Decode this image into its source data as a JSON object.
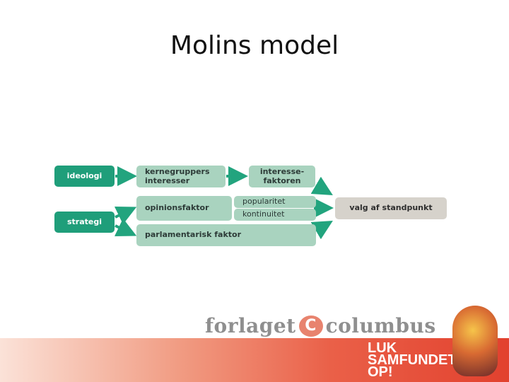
{
  "slide": {
    "title": "Molins model"
  },
  "diagram": {
    "inputs": [
      "ideologi",
      "strategi"
    ],
    "factors": {
      "kernegrupper": "kernegruppers\ninteresser",
      "interesse": "interesse-\nfaktoren",
      "opinion": "opinionsfaktor",
      "popularitet": "popularitet",
      "kontinuitet": "kontinuitet",
      "parlament": "parlamentarisk faktor"
    },
    "result": "valg af standpunkt",
    "colors": {
      "input": "#1f9e7a",
      "factor": "#a9d3bf",
      "result": "#d6d2cb",
      "arrow": "#22a47e"
    }
  },
  "footer": {
    "publisher_left": "forlaget",
    "publisher_icon": "copyright-icon",
    "publisher_right": "columbus",
    "campaign_lines": [
      "LUK",
      "SAMFUNDET",
      "OP!"
    ]
  }
}
